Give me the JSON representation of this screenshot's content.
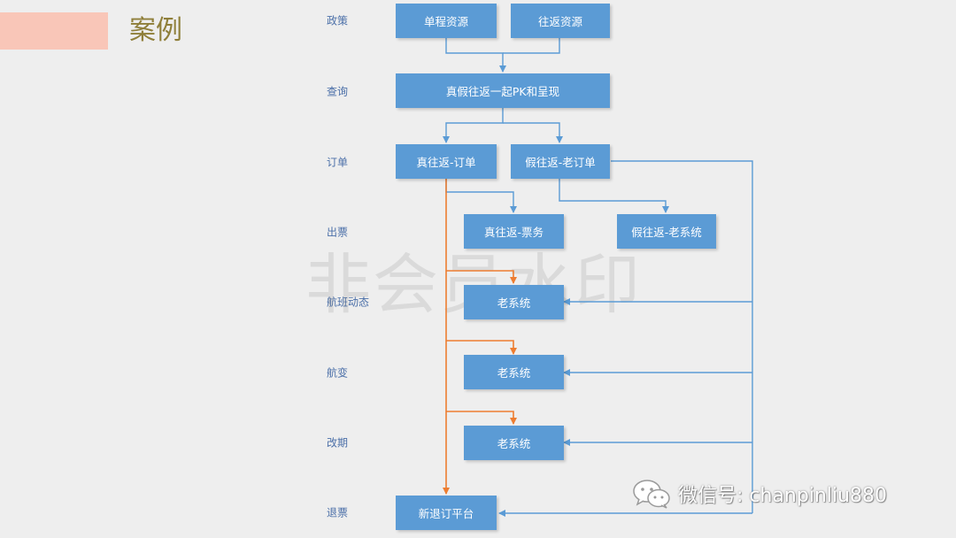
{
  "title": "案例",
  "rows": {
    "policy": "政策",
    "query": "查询",
    "order": "订单",
    "ticketing": "出票",
    "flight_status": "航班动态",
    "flight_change": "航变",
    "reschedule": "改期",
    "refund": "退票"
  },
  "boxes": {
    "oneway": "单程资源",
    "roundtrip": "往返资源",
    "pk": "真假往返一起PK和呈现",
    "true_order": "真往返-订单",
    "fake_order": "假往返-老订单",
    "true_ticket": "真往返-票务",
    "fake_ticket": "假往返-老系统",
    "legacy_status": "老系统",
    "legacy_change": "老系统",
    "legacy_reschedule": "老系统",
    "new_refund": "新退订平台"
  },
  "watermark": "非会员水印",
  "wechat": {
    "icon": "wechat-icon",
    "text": "微信号: chanpinliu880"
  },
  "colors": {
    "box": "#5b9bd5",
    "blue_line": "#5b9bd5",
    "orange_line": "#ed7d31",
    "title": "#8f7f3a",
    "accent": "#f9c6b8"
  }
}
